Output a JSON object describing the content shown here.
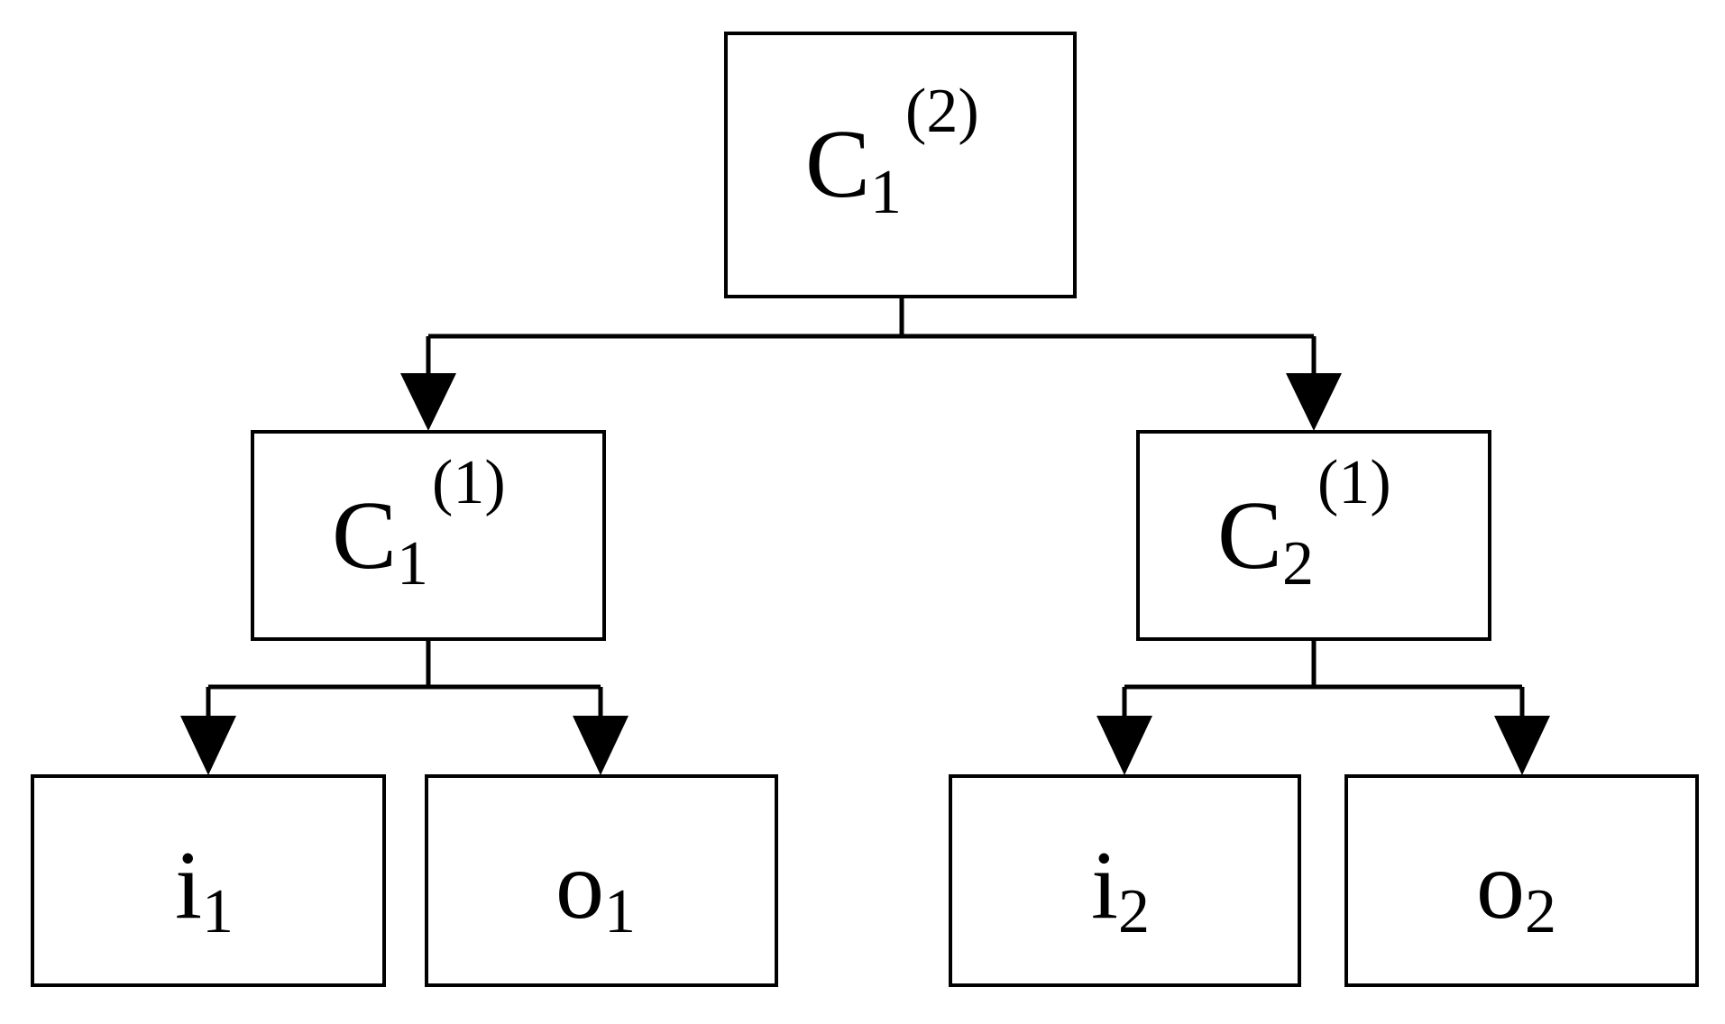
{
  "diagram": {
    "type": "tree",
    "colors": {
      "stroke": "#000000",
      "fill": "#ffffff",
      "text": "#000000"
    },
    "nodes": {
      "root": {
        "main": "C",
        "sub": "1",
        "sup": "(2)"
      },
      "left_mid": {
        "main": "C",
        "sub": "1",
        "sup": "(1)"
      },
      "right_mid": {
        "main": "C",
        "sub": "2",
        "sup": "(1)"
      },
      "leaf_i1": {
        "main": "i",
        "sub": "1"
      },
      "leaf_o1": {
        "main": "o",
        "sub": "1"
      },
      "leaf_i2": {
        "main": "i",
        "sub": "2"
      },
      "leaf_o2": {
        "main": "o",
        "sub": "2"
      }
    },
    "edges": [
      {
        "from": "root",
        "to": "left_mid"
      },
      {
        "from": "root",
        "to": "right_mid"
      },
      {
        "from": "left_mid",
        "to": "leaf_i1"
      },
      {
        "from": "left_mid",
        "to": "leaf_o1"
      },
      {
        "from": "right_mid",
        "to": "leaf_i2"
      },
      {
        "from": "right_mid",
        "to": "leaf_o2"
      }
    ]
  }
}
